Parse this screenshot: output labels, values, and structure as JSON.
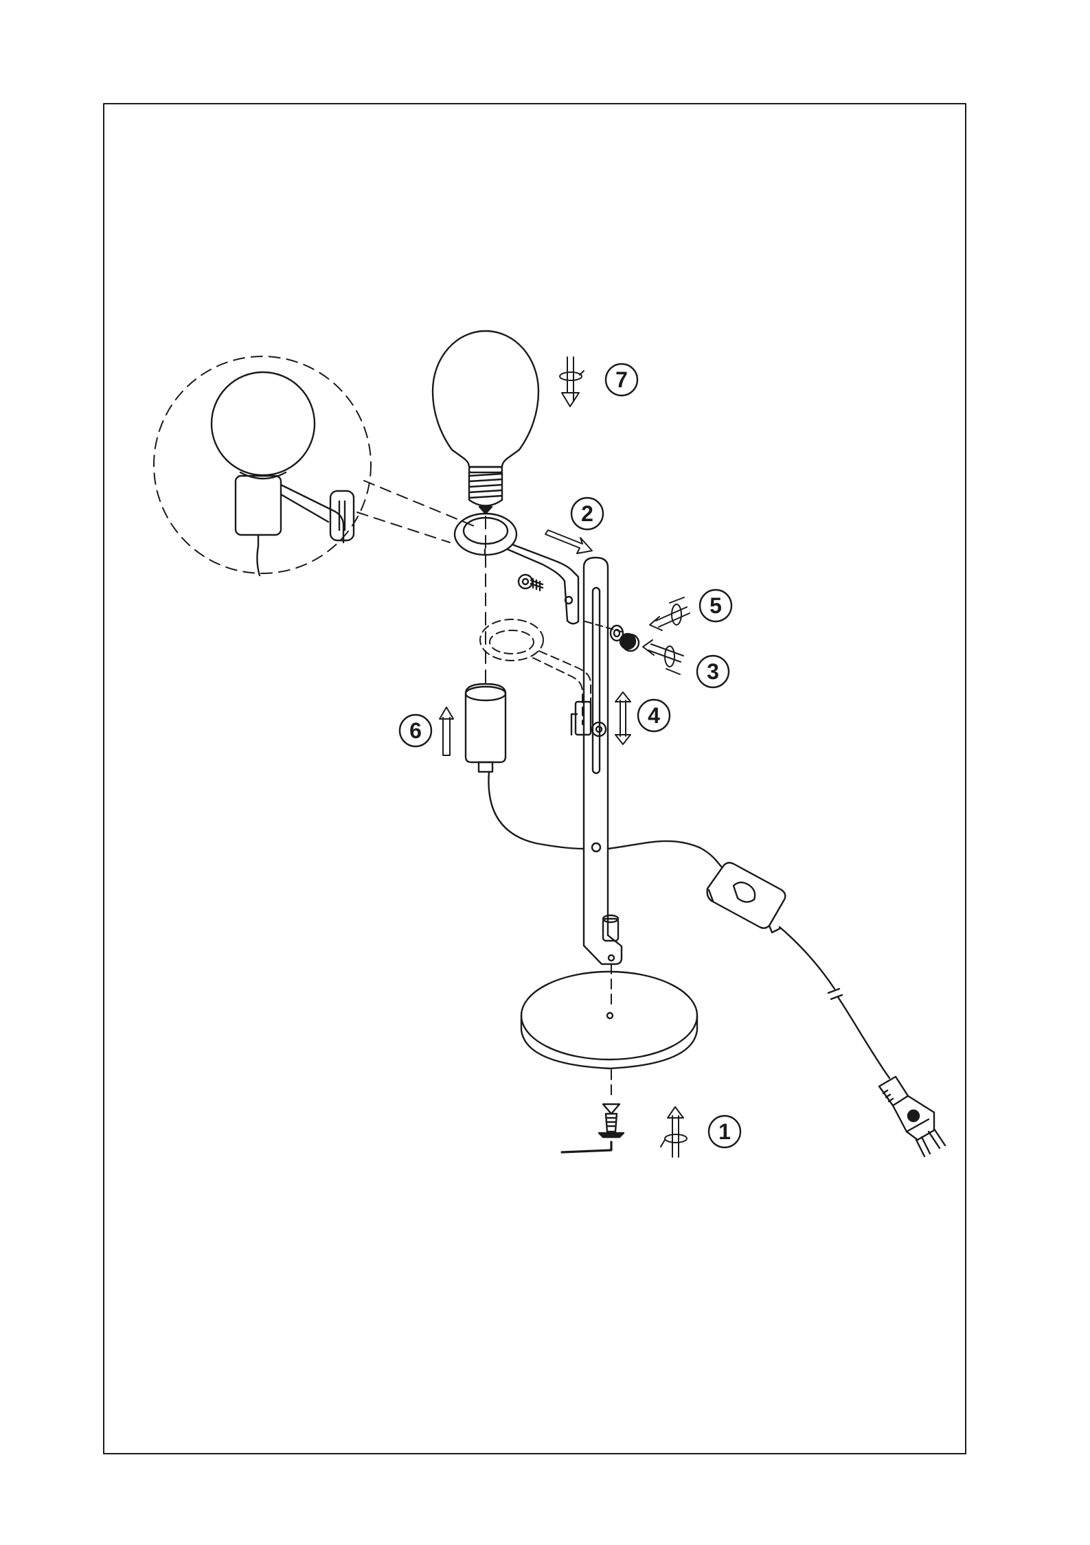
{
  "colors": {
    "ink": "#1a1a1a",
    "paper": "#ffffff"
  },
  "steps": [
    {
      "number": "1",
      "label": "1",
      "icon": "rotate-up-arrow-icon"
    },
    {
      "number": "2",
      "label": "2",
      "icon": "slide-right-arrow-icon"
    },
    {
      "number": "3",
      "label": "3",
      "icon": "rotate-in-arrow-icon"
    },
    {
      "number": "4",
      "label": "4",
      "icon": "vertical-adjust-arrow-icon"
    },
    {
      "number": "5",
      "label": "5",
      "icon": "rotate-in-arrow-icon"
    },
    {
      "number": "6",
      "label": "6",
      "icon": "up-arrow-icon"
    },
    {
      "number": "7",
      "label": "7",
      "icon": "rotate-down-arrow-icon"
    }
  ]
}
